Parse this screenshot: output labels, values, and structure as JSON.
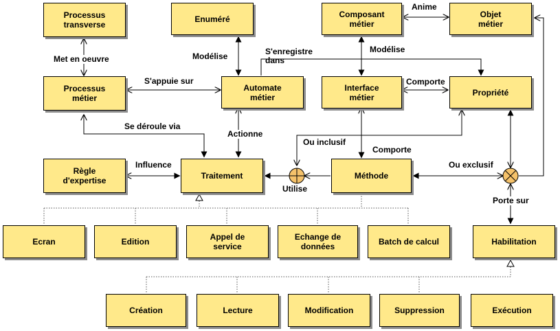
{
  "nodes": {
    "processus_transverse": "Processus\ntransverse",
    "enumere": "Enuméré",
    "composant_metier": "Composant\nmétier",
    "objet_metier": "Objet\nmétier",
    "processus_metier": "Processus\nmétier",
    "automate_metier": "Automate\nmétier",
    "interface_metier": "Interface\nmétier",
    "propriete": "Propriété",
    "regle_expertise": "Règle\nd'expertise",
    "traitement": "Traitement",
    "methode": "Méthode",
    "ecran": "Ecran",
    "edition": "Edition",
    "appel_service": "Appel de\nservice",
    "echange_donnees": "Echange de\ndonnées",
    "batch_calcul": "Batch de calcul",
    "habilitation": "Habilitation",
    "creation": "Création",
    "lecture": "Lecture",
    "modification": "Modification",
    "suppression": "Suppression",
    "execution": "Exécution"
  },
  "edge_labels": {
    "met_en_oeuvre": "Met en oeuvre",
    "modelise_enum": "Modélise",
    "sengistre_dans": "S'enregistre\ndans",
    "anime": "Anime",
    "modelise_comp": "Modélise",
    "sappuie_sur": "S'appuie sur",
    "comporte_prop": "Comporte",
    "se_deroule_via": "Se déroule via",
    "actionne": "Actionne",
    "ou_inclusif": "Ou inclusif",
    "comporte_meth": "Comporte",
    "influence": "Influence",
    "utilise": "Utilise",
    "ou_exclusif": "Ou exclusif",
    "porte_sur": "Porte sur"
  },
  "colors": {
    "box_fill": "#ffe98a",
    "box_shadow": "#8c8c8c",
    "junction_fill": "#f5c26b"
  }
}
